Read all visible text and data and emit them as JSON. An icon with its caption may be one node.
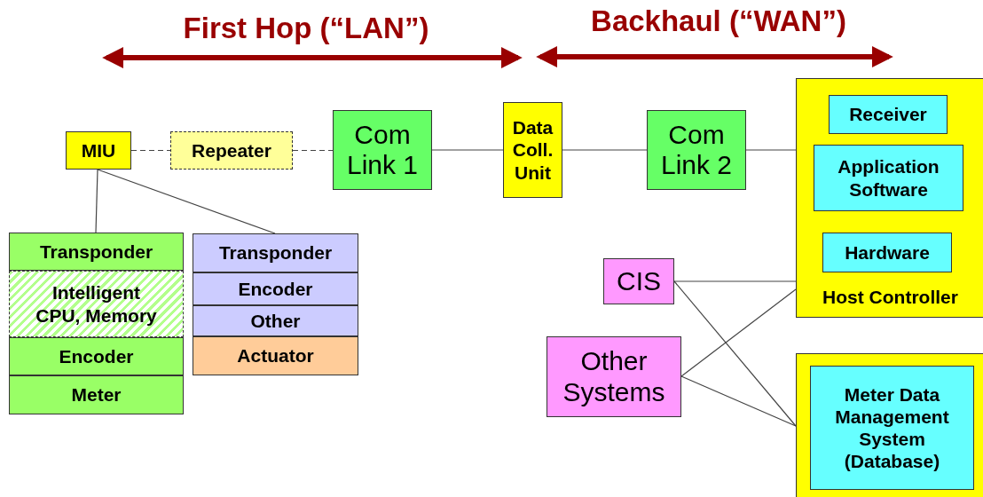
{
  "diagram": {
    "nodes": [
      {
        "text": [
          "MIU"
        ]
      },
      {
        "text": [
          "Repeater"
        ]
      },
      {
        "text": [
          "Com Link 1"
        ]
      },
      {
        "text": [
          "Data Coll. Unit"
        ]
      },
      {
        "text": [
          "Com Link 2"
        ]
      },
      {
        "text": [
          "Host Controller"
        ]
      },
      {
        "text": [
          "Receiver"
        ],
        "in": 5
      },
      {
        "text": [
          "Application Software"
        ],
        "in": 5
      },
      {
        "text": [
          "Hardware"
        ],
        "in": 5
      },
      {
        "text": [
          "CIS"
        ]
      },
      {
        "text": [
          "Other Systems"
        ]
      },
      {
        "text": [],
        "shape": "box"
      },
      {
        "text": [
          "Meter Data Management System (Database)"
        ],
        "in": 11
      },
      {
        "text": [
          "Transponder"
        ]
      },
      {
        "text": [
          "Intelligent CPU, Memory"
        ]
      },
      {
        "text": [
          "Encoder"
        ]
      },
      {
        "text": [
          "Meter"
        ]
      },
      {
        "text": [
          "Transponder"
        ]
      },
      {
        "text": [
          "Encoder"
        ]
      },
      {
        "text": [
          "Other"
        ]
      },
      {
        "text": [
          "Actuator"
        ]
      }
    ],
    "edges": [
      {
        "from": 0,
        "to": 1,
        "arrow": "none",
        "style": "dashed"
      },
      {
        "from": 1,
        "to": 2,
        "arrow": "none",
        "style": "dashed"
      },
      {
        "from": 2,
        "to": 3,
        "arrow": "none"
      },
      {
        "from": 3,
        "to": 4,
        "arrow": "none"
      },
      {
        "from": 4,
        "to": 5,
        "arrow": "none"
      },
      {
        "from": 0,
        "to": 13,
        "arrow": "none"
      },
      {
        "from": 0,
        "to": 17,
        "arrow": "none"
      },
      {
        "from": 9,
        "to": 5,
        "arrow": "none"
      },
      {
        "from": 9,
        "to": 11,
        "arrow": "none"
      },
      {
        "from": 10,
        "to": 5,
        "arrow": "none"
      },
      {
        "from": 10,
        "to": 11,
        "arrow": "none"
      }
    ],
    "labels": [
      "First Hop (“LAN”)",
      "Backhaul (“WAN”)"
    ]
  }
}
